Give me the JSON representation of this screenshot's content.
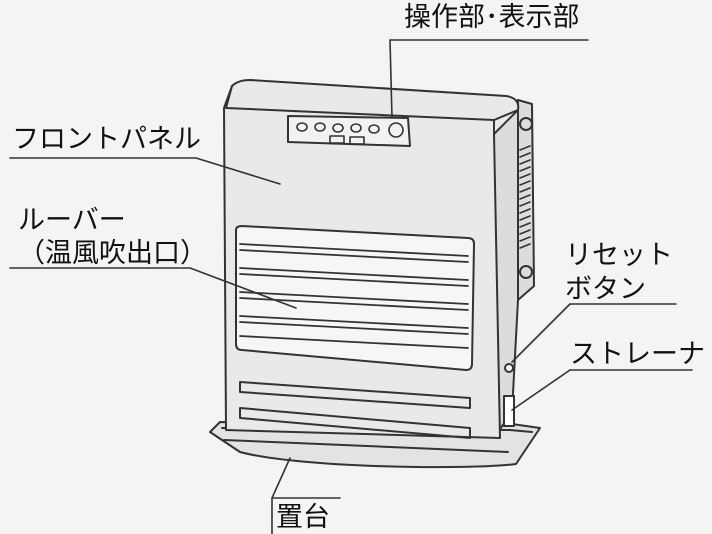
{
  "labels": {
    "controls": "操作部･表示部",
    "front_panel": "フロントパネル",
    "louver": "ルーバー",
    "louver_sub": "（温風吹出口）",
    "reset_button_line1": "リセット",
    "reset_button_line2": "ボタン",
    "strainer": "ストレーナ",
    "base": "置台"
  },
  "colors": {
    "line": "#333333",
    "body_fill": "#e9e9ea",
    "background": "#f4f4f2"
  }
}
